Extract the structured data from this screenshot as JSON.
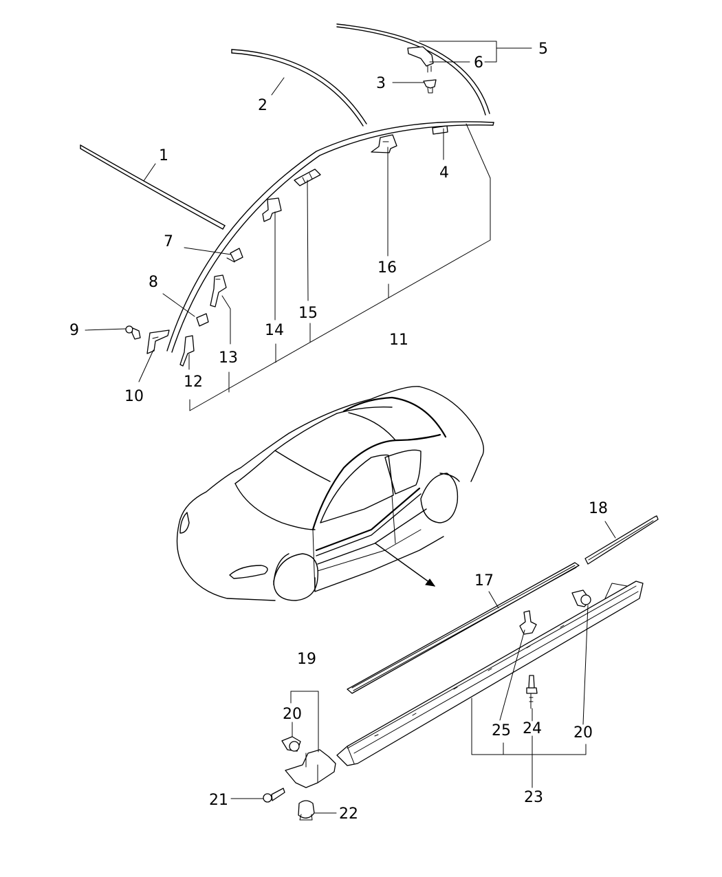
{
  "callouts": {
    "c1": "1",
    "c2": "2",
    "c3": "3",
    "c4": "4",
    "c5": "5",
    "c6": "6",
    "c7": "7",
    "c8": "8",
    "c9": "9",
    "c10": "10",
    "c11": "11",
    "c12": "12",
    "c13": "13",
    "c14": "14",
    "c15": "15",
    "c16": "16",
    "c17": "17",
    "c18": "18",
    "c19": "19",
    "c20a": "20",
    "c20b": "20",
    "c21": "21",
    "c22": "22",
    "c23": "23",
    "c24": "24",
    "c25": "25"
  }
}
